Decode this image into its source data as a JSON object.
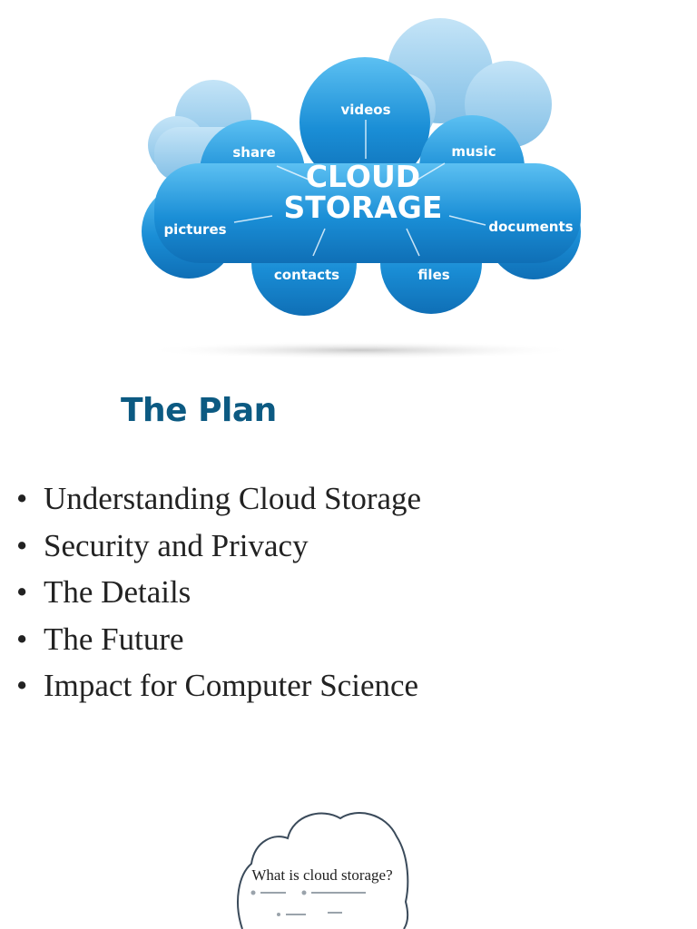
{
  "hero": {
    "title_line1": "CLOUD",
    "title_line2": "STORAGE",
    "labels": [
      "videos",
      "share",
      "music",
      "pictures",
      "documents",
      "contacts",
      "files"
    ]
  },
  "plan": {
    "title": "The Plan",
    "items": [
      "Understanding Cloud Storage",
      "Security and Privacy",
      "The Details",
      "The Future",
      "Impact for Computer Science"
    ]
  },
  "preview": {
    "title": "What is cloud storage?"
  },
  "colors": {
    "heading": "#0c5a82",
    "cloud_main": "#1a8ed6",
    "cloud_light": "#9ed0ee"
  }
}
